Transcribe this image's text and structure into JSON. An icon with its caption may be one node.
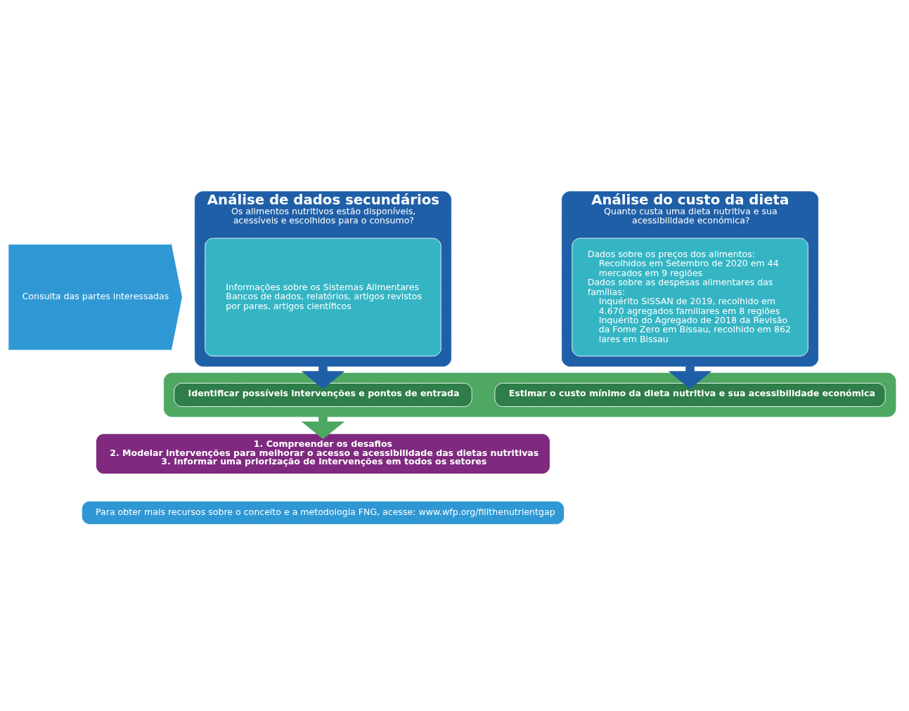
{
  "diagram": {
    "nodes": [
      {
        "text": [
          "Consulta das partes interessadas"
        ]
      },
      {
        "text": [
          "Análise de dados secundários",
          "Os alimentos nutritivos estão disponíveis, acessíveis e escolhidos para o consumo?"
        ]
      },
      {
        "text": [
          "Informações sobre os Sistemas Alimentares",
          "Bancos de dados, relatórios, artigos revistos por pares, artigos científicos"
        ],
        "in": 1
      },
      {
        "text": [
          "Análise do custo da dieta",
          "Quanto custa uma dieta nutritiva e sua acessibilidade económica?"
        ]
      },
      {
        "text": [
          "Dados sobre os preços dos alimentos:",
          "Recolhidos em Setembro de 2020 em 44 mercados em 9 regiões",
          "Dados sobre as despesas alimentares das famílias:",
          "Inquérito SiSSAN de 2019, recolhido em 4.670 agregados familiares em 8 regiões",
          "Inquérito do Agregado de 2018 da Revisão da Fome Zero em Bissau, recolhido em 862 lares em Bissau"
        ],
        "in": 3
      },
      {
        "text": [],
        "shape": "box"
      },
      {
        "text": [
          "Identificar possíveis intervenções e pontos de entrada"
        ],
        "in": 5
      },
      {
        "text": [
          "Estimar o custo mínimo da dieta nutritiva e sua acessibilidade económica"
        ],
        "in": 5
      },
      {
        "text": [
          "1. Compreender os desafios",
          "2. Modelar intervenções para melhorar o acesso e acessibilidade das dietas nutritivas",
          "3. Informar uma priorização de intervenções em todos os setores"
        ]
      },
      {
        "text": [
          "Para obter mais recursos sobre o conceito e a metodologia FNG, acesse: www.wfp.org/fillthenutrientgap"
        ]
      }
    ],
    "edges": [
      {
        "from": 1,
        "to": 6,
        "arrow": "to"
      },
      {
        "from": 3,
        "to": 7,
        "arrow": "to"
      },
      {
        "from": 5,
        "to": 8,
        "arrow": "to",
        "color": "#4ea862"
      }
    ]
  }
}
